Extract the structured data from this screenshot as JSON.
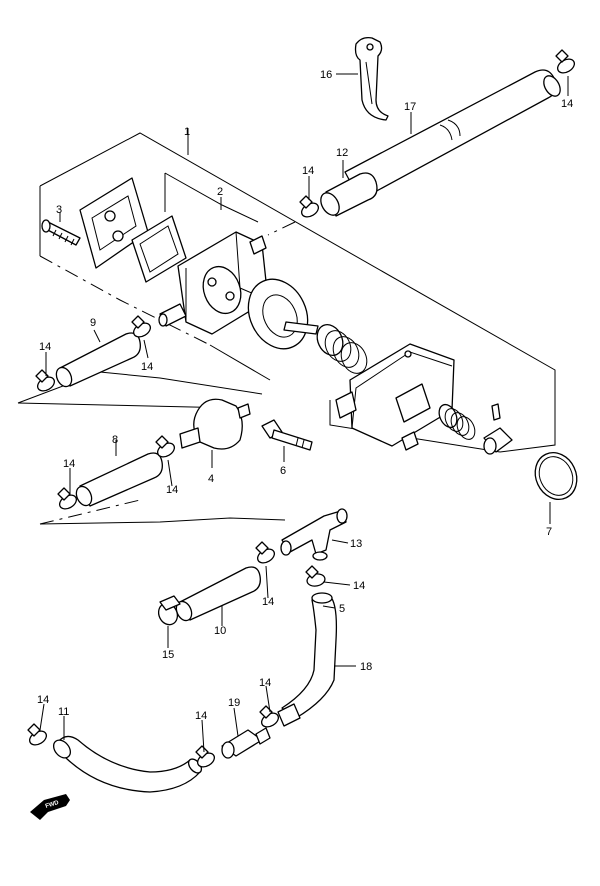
{
  "callouts": [
    {
      "key": "c1",
      "text": "1"
    },
    {
      "key": "c2",
      "text": "2"
    },
    {
      "key": "c3",
      "text": "3"
    },
    {
      "key": "c4",
      "text": "4"
    },
    {
      "key": "c5",
      "text": "5"
    },
    {
      "key": "c6",
      "text": "6"
    },
    {
      "key": "c7",
      "text": "7"
    },
    {
      "key": "c8",
      "text": "8"
    },
    {
      "key": "c9",
      "text": "9"
    },
    {
      "key": "c10",
      "text": "10"
    },
    {
      "key": "c11",
      "text": "11"
    },
    {
      "key": "c12",
      "text": "12"
    },
    {
      "key": "c13",
      "text": "13"
    },
    {
      "key": "c14a",
      "text": "14"
    },
    {
      "key": "c14b",
      "text": "14"
    },
    {
      "key": "c14c",
      "text": "14"
    },
    {
      "key": "c14d",
      "text": "14"
    },
    {
      "key": "c14e",
      "text": "14"
    },
    {
      "key": "c14f",
      "text": "14"
    },
    {
      "key": "c14g",
      "text": "14"
    },
    {
      "key": "c14h",
      "text": "14"
    },
    {
      "key": "c14i",
      "text": "14"
    },
    {
      "key": "c14j",
      "text": "14"
    },
    {
      "key": "c14k",
      "text": "14"
    },
    {
      "key": "c15",
      "text": "15"
    },
    {
      "key": "c16",
      "text": "16"
    },
    {
      "key": "c17",
      "text": "17"
    },
    {
      "key": "c18",
      "text": "18"
    },
    {
      "key": "c19",
      "text": "19"
    }
  ],
  "fwd_badge": {
    "text": "FWD",
    "icon": "forward-arrow-icon"
  }
}
